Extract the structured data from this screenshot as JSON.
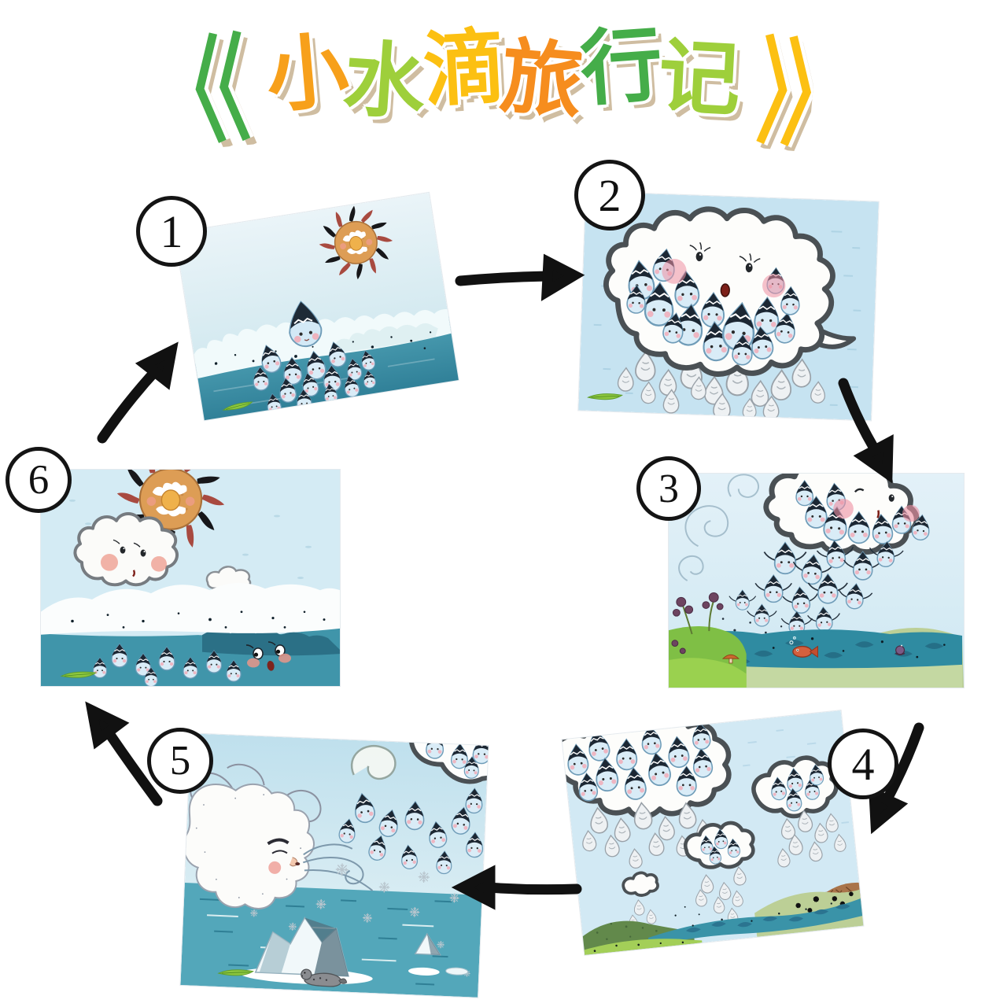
{
  "poster": {
    "background_color": "#ffffff",
    "title": {
      "full": "《小水滴旅行记》",
      "left_bracket": "《",
      "right_bracket": "》",
      "left_bracket_color": "#45ad49",
      "right_bracket_color": "#fcc012",
      "outline_color": "#ffffff",
      "shadow_color": "#cfbda1",
      "characters": [
        {
          "char": "小",
          "color": "#f7a01b"
        },
        {
          "char": "水",
          "color": "#9ecf3b"
        },
        {
          "char": "滴",
          "color": "#fcc012"
        },
        {
          "char": "旅",
          "color": "#f68d1e"
        },
        {
          "char": "行",
          "color": "#45ad49"
        },
        {
          "char": "记",
          "color": "#9ecf3b"
        }
      ]
    },
    "cycle": {
      "direction": "clockwise",
      "arrow_color": "#111111",
      "steps": [
        {
          "number": "1",
          "scene": "sun smiling over teal waves while little water drops leap from the sea"
        },
        {
          "number": "2",
          "scene": "big cloud with a face, filled with little blue water drops, drizzling grey drops"
        },
        {
          "number": "3",
          "scene": "cloud raining drops with arms down to a pond with a red fish and flowery banks"
        },
        {
          "number": "4",
          "scene": "several rain clouds showering hills, a river and a brown mountain"
        },
        {
          "number": "5",
          "scene": "cold wind spirit blowing drops into snowflakes over an icy sea with icebergs and a seal"
        },
        {
          "number": "6",
          "scene": "sun and a rosy-cheeked cloud back over the sea where drops float again"
        }
      ],
      "arrows": [
        {
          "from": "1",
          "to": "2"
        },
        {
          "from": "2",
          "to": "3"
        },
        {
          "from": "3",
          "to": "4"
        },
        {
          "from": "4",
          "to": "5"
        },
        {
          "from": "5",
          "to": "6"
        },
        {
          "from": "6",
          "to": "1"
        }
      ]
    },
    "palette": {
      "sky_blue": "#cfe7f0",
      "sea_teal": "#3a93a8",
      "deep_teal": "#2b7490",
      "sun_orange": "#dd9d55",
      "drop_blue": "#d9ecf7",
      "drop_cap_navy": "#1c2733",
      "cloud_outline_grey": "#4a5054",
      "grass_green": "#7fbf45",
      "sage_green": "#bccf96",
      "hill_brown": "#a9744a",
      "cheek_pink": "#f2a9b4"
    }
  }
}
